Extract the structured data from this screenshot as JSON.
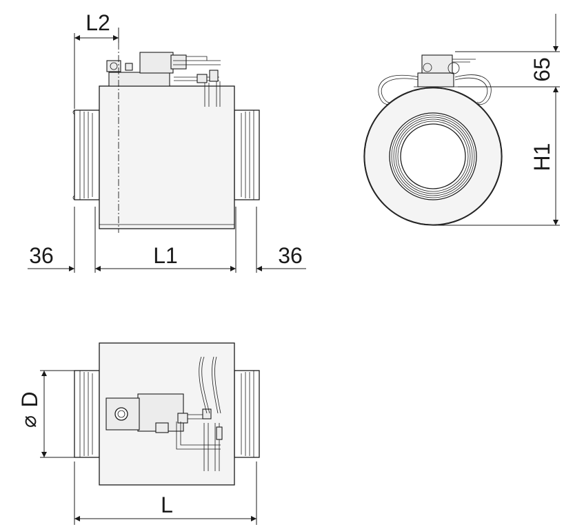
{
  "dimensions": {
    "l2": "L2",
    "l1": "L1",
    "l": "L",
    "h1": "H1",
    "d": "D",
    "diameter_symbol": "⌀",
    "left_collar": "36",
    "right_collar": "36",
    "height_actuator": "65"
  },
  "colors": {
    "line": "#1a1a1a",
    "body": "#f4f4f4",
    "part": "#ececec"
  }
}
